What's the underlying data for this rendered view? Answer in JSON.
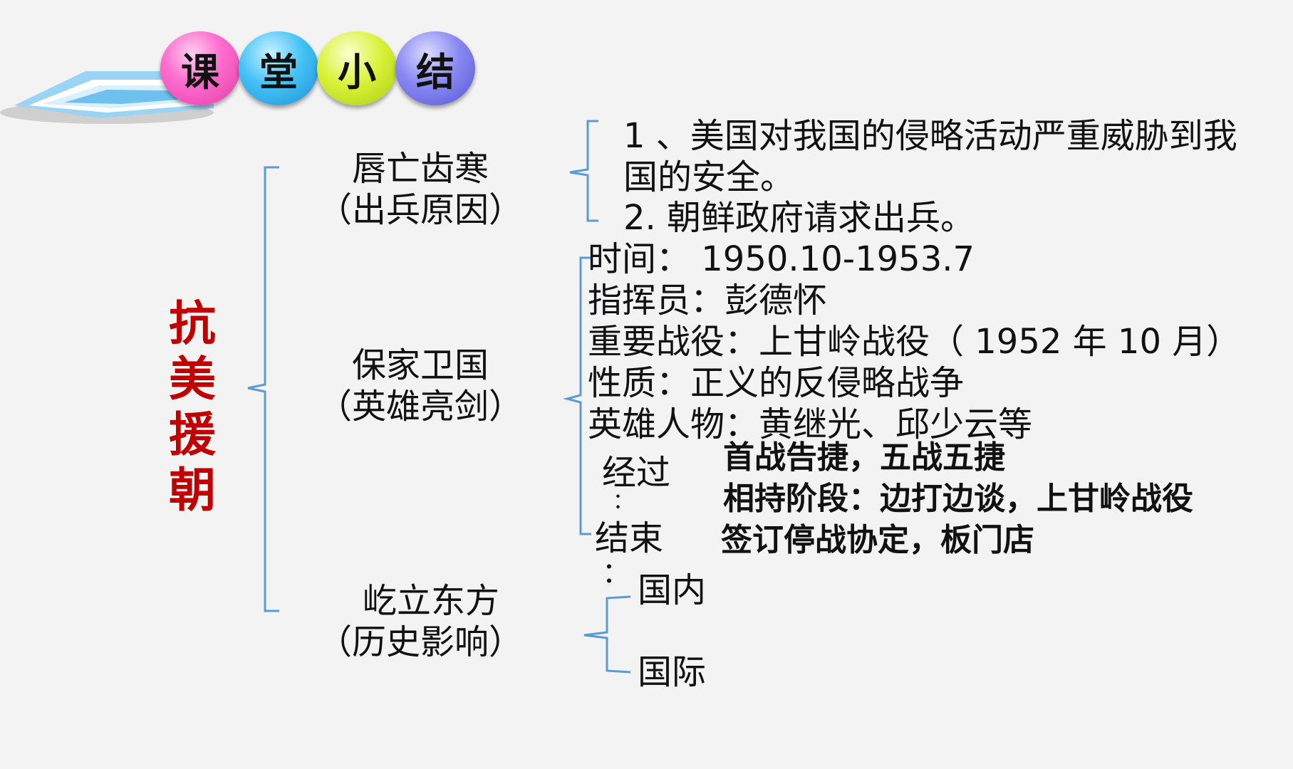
{
  "header": {
    "chars": [
      "课",
      "堂",
      "小",
      "结"
    ],
    "colors": [
      "#ff6fcf",
      "#45c2f5",
      "#d9f23a",
      "#8989f2"
    ]
  },
  "main_title": "抗美援朝",
  "colors": {
    "title": "#c00000",
    "brace": "#5b9bd5",
    "text": "#111111"
  },
  "section1": {
    "title": "唇亡齿寒",
    "subtitle": "（出兵原因）",
    "point1_line1": "1 、美国对我国的侵略活动严重威胁到我",
    "point1_line2": "国的安全。",
    "point2": "2. 朝鲜政府请求出兵。"
  },
  "section2": {
    "title": "保家卫国",
    "subtitle": "（英雄亮剑）",
    "time": "时间： 1950.10-1953.7",
    "commander": "指挥员：彭德怀",
    "battle": "重要战役：上甘岭战役（ 1952 年 10 月）",
    "nature": "性质：正义的反侵略战争",
    "heroes": "英雄人物：黄继光、邱少云等",
    "process_label": "经过",
    "process_colon": "：",
    "process_1": "首战告捷，五战五捷",
    "process_2": "相持阶段：边打边谈，上甘岭战役",
    "end_label": "结束",
    "end_colon": "：",
    "end_text": "签订停战协定，板门店"
  },
  "section3": {
    "title": "屹立东方",
    "subtitle": "（历史影响）",
    "domestic": "国内",
    "international": "国际"
  }
}
